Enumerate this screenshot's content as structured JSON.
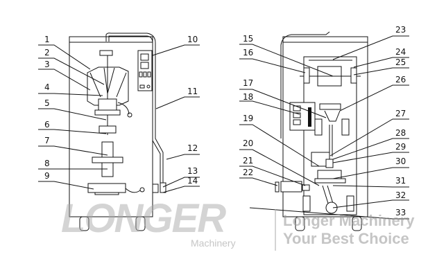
{
  "labels": [
    "1",
    "2",
    "3",
    "4",
    "5",
    "6",
    "7",
    "8",
    "9",
    "10",
    "11",
    "12",
    "13",
    "14",
    "15",
    "16",
    "17",
    "18",
    "19",
    "20",
    "21",
    "22",
    "23",
    "24",
    "25",
    "26",
    "27",
    "28",
    "29",
    "30",
    "31",
    "32",
    "33"
  ],
  "watermark": {
    "logo": "LONGER",
    "logo_sub": "Machinery",
    "line1": "Longer Machinery",
    "line2": "Your Best Choice"
  }
}
